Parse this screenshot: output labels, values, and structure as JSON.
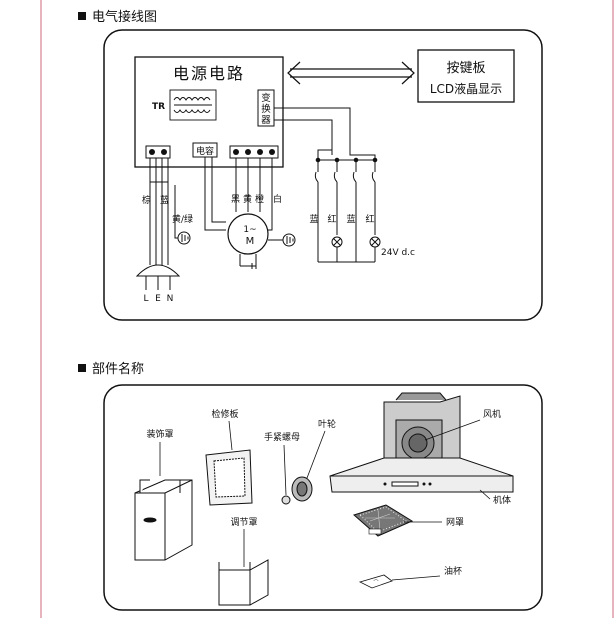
{
  "wiring_heading": "电气接线图",
  "parts_heading": "部件名称",
  "wiring": {
    "power_circuit": "电源电路",
    "tr_label": "TR",
    "transformer": [
      "变",
      "换",
      "器"
    ],
    "capacitor": "电容",
    "keypad_line1": "按键板",
    "keypad_line2": "LCD液晶显示",
    "wire_brown": "棕",
    "wire_blue": "蓝",
    "ground_wire": "黄/绿",
    "wire_black": "黑",
    "wire_yellow": "黄",
    "wire_orange": "橙",
    "wire_white": "白",
    "motor_line1": "1~",
    "motor_line2": "M",
    "lamp_wires": [
      "蓝",
      "红",
      "蓝",
      "红"
    ],
    "lamp_voltage": "24V d.c",
    "plug_l": "L",
    "plug_e": "E",
    "plug_n": "N"
  },
  "parts": {
    "decorative_cover": "装饰罩",
    "access_panel": "检修板",
    "hand_nut": "手紧螺母",
    "impeller": "叶轮",
    "fan": "风机",
    "body": "机体",
    "adjust_cover": "调节罩",
    "mesh_cover": "网罩",
    "oil_cup": "油杯"
  }
}
